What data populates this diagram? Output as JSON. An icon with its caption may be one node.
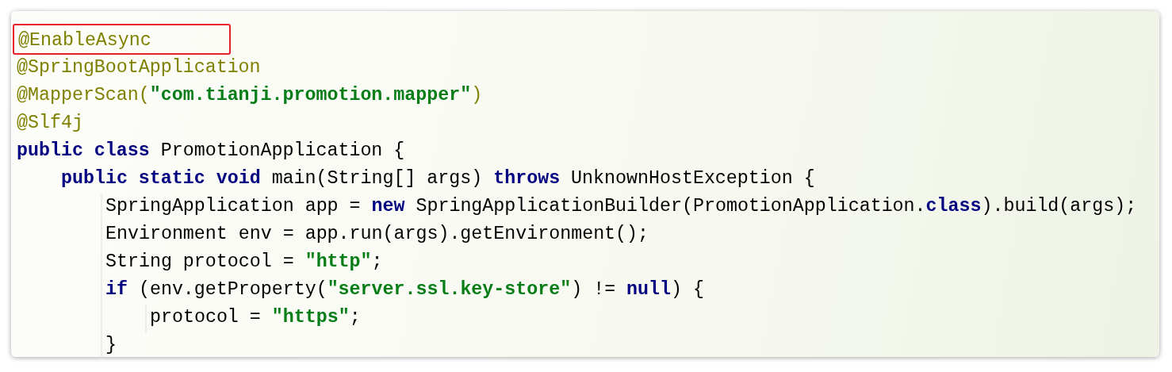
{
  "diagram": {
    "nodes": [
      {
        "text": [
          "@EnableAsync"
        ]
      }
    ],
    "labels": [
      "@SpringBootApplication",
      "@MapperScan(**\"com.tianji.promotion.mapper\"**)",
      "@Slf4j",
      "**public class** PromotionApplication {",
      "**public static void** main(String[] args) **throws** UnknownHostException {",
      "SpringApplication app = **new** SpringApplicationBuilder(PromotionApplication.**class**).build(args);",
      "Environment env = app.run(args).getEnvironment();",
      "String protocol = **\"http\"**;",
      "**if** (env.getProperty(**\"server.ssl.key-store\"**) != **null**) {",
      "protocol = **\"https\"**;",
      "}"
    ]
  }
}
